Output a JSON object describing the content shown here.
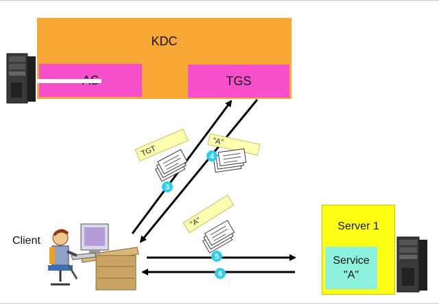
{
  "kdc": {
    "label": "KDC"
  },
  "as": {
    "label": "AS"
  },
  "tgs": {
    "label": "TGS"
  },
  "client": {
    "label": "Client"
  },
  "server": {
    "label": "Server 1"
  },
  "service": {
    "line1": "Service",
    "line2": "\"A\""
  },
  "tickets": {
    "tgt": "TGT",
    "a_tgs": "\"A\"",
    "a_server": "\"A\""
  },
  "steps": [
    "3",
    "4",
    "5",
    "6"
  ],
  "colors": {
    "kdc": "#f7a734",
    "as_tgs": "#f74fcb",
    "server": "#ffff16",
    "service": "#8cf2de",
    "ticket_label": "#ffffb0",
    "step_badge": "#2ad0f0"
  },
  "icons": [
    "tower-server-icon",
    "tower-server-icon",
    "client-at-desk-icon",
    "ticket-stack-icon"
  ]
}
